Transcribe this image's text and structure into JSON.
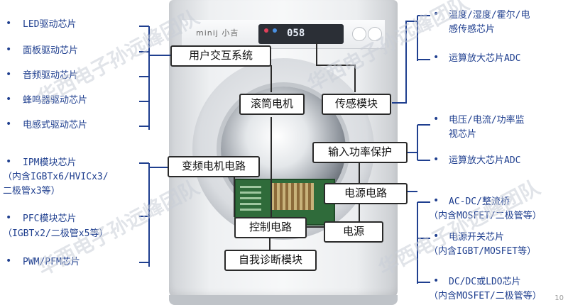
{
  "machine": {
    "brand": "minij 小吉",
    "display": "058"
  },
  "left_items": [
    {
      "text": "LED驱动芯片"
    },
    {
      "text": "面板驱动芯片"
    },
    {
      "text": "音频驱动芯片"
    },
    {
      "text": "蜂鸣器驱动芯片"
    },
    {
      "text": "电感式驱动芯片"
    },
    {
      "text": "IPM模块芯片"
    },
    {
      "text": "（内含IGBTx6/HVICx3/"
    },
    {
      "text": "二极管x3等）"
    },
    {
      "text": "PFC模块芯片"
    },
    {
      "text": "（IGBTx2/二极管x5等）"
    },
    {
      "text": "PWM/PFM芯片"
    }
  ],
  "right_items": [
    {
      "text": "温度/湿度/霍尔/电"
    },
    {
      "text": "感传感芯片"
    },
    {
      "text": "运算放大芯片ADC"
    },
    {
      "text": "电压/电流/功率监"
    },
    {
      "text": "视芯片"
    },
    {
      "text": "运算放大芯片ADC"
    },
    {
      "text": "AC-DC/整流桥"
    },
    {
      "text": "（内含MOSFET/二极管等）"
    },
    {
      "text": "电源开关芯片"
    },
    {
      "text": "（内含IGBT/MOSFET等）"
    },
    {
      "text": "DC/DC或LDO芯片"
    },
    {
      "text": "（内含MOSFET/二极管等）"
    }
  ],
  "boxes": {
    "user_interaction": "用户交互系统",
    "drum_motor": "滚筒电机",
    "sensor_module": "传感模块",
    "inverter_motor_circuit": "变频电机电路",
    "input_power_protection": "输入功率保护",
    "power_circuit": "电源电路",
    "control_circuit": "控制电路",
    "power_supply": "电源",
    "self_diagnosis": "自我诊断模块"
  },
  "watermark": "华西电子孙远峰团队",
  "page_number": "10",
  "colors": {
    "text_blue": "#1f3f8f",
    "line_blue": "#1f3f8f",
    "box_border": "#2a2a2a"
  }
}
